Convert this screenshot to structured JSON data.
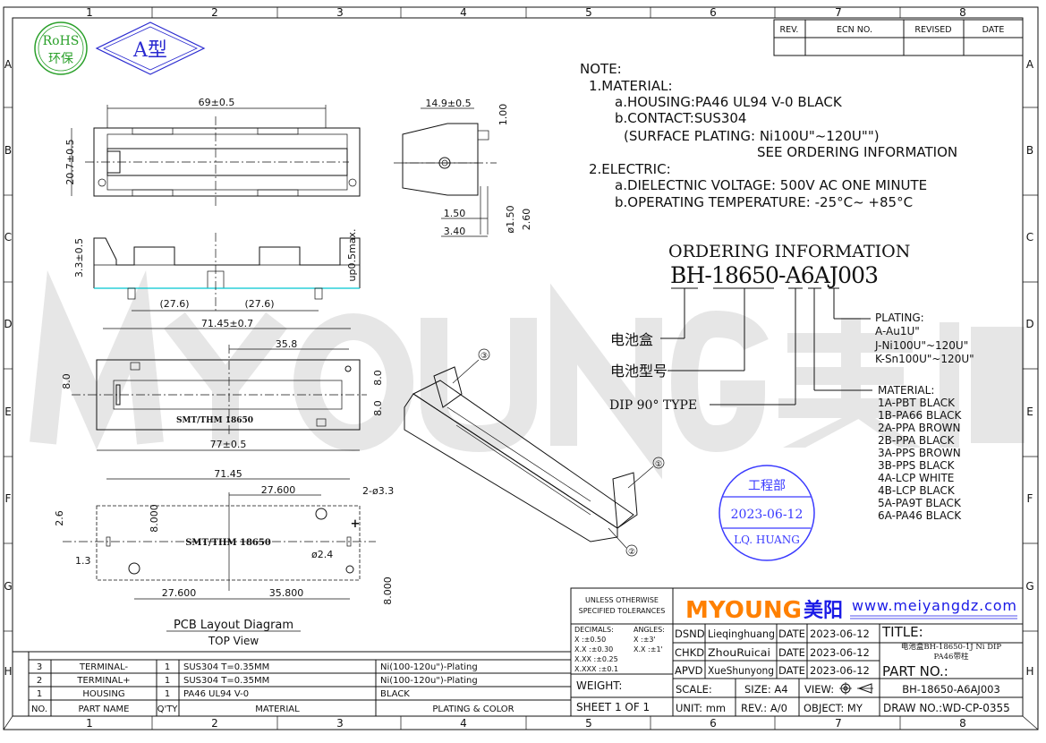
{
  "border": {
    "columns": [
      "1",
      "2",
      "3",
      "4",
      "5",
      "6",
      "7",
      "8"
    ],
    "rows": [
      "A",
      "B",
      "C",
      "D",
      "E",
      "F",
      "G",
      "H"
    ]
  },
  "logos": {
    "rohs": "RoHS",
    "rohs_cn": "环保",
    "type_badge": "A型"
  },
  "watermark": {
    "text": "MYOUNG 美阳"
  },
  "revision_table": {
    "headers": [
      "REV.",
      "ECN NO.",
      "REVISED",
      "DATE"
    ]
  },
  "notes": {
    "title": "NOTE:",
    "lines": [
      "1.MATERIAL:",
      "a.HOUSING:PA46   UL94  V-0  BLACK",
      "b.CONTACT:SUS304",
      "(SURFACE PLATING:  Ni100U\"~120U\"\")",
      "SEE  ORDERING  INFORMATION",
      "2.ELECTRIC:",
      "a.DIELECTNIC  VOLTAGE:  500V  AC  ONE  MINUTE",
      "b.OPERATING  TEMPERATURE:  -25°C~  +85°C"
    ]
  },
  "ordering": {
    "title": "ORDERING  INFORMATION",
    "part_code": "BH-18650-A6AJ003",
    "labels": {
      "box": "电池盒",
      "battery_model": "电池型号",
      "dip": "DIP 90° TYPE"
    },
    "plating": [
      "PLATING:",
      "A-Au1U\"",
      "J-Ni100U\"~120U\"",
      "K-Sn100U\"~120U\""
    ],
    "material": [
      "MATERIAL:",
      "1A-PBT  BLACK",
      "1B-PA66  BLACK",
      "2A-PPA  BROWN",
      "2B-PPA  BLACK",
      "3A-PPS  BROWN",
      "3B-PPS  BLACK",
      "4A-LCP  WHITE",
      "4B-LCP  BLACK",
      "5A-PA9T  BLACK",
      "6A-PA46  BLACK"
    ]
  },
  "stamp": {
    "dept": "工程部",
    "date": "2023-06-12",
    "name": "LQ. HUANG"
  },
  "dimensions": {
    "top_width": "69±0.5",
    "top_height": "20.7±0.5",
    "side_width": "14.9±0.5",
    "side_1": "1.00",
    "side_2": "1.50",
    "side_3": "3.40",
    "side_4": "ø1.50",
    "side_5": "2.60",
    "front_height": "3.3±0.5",
    "front_up": "up0.5max.",
    "front_half_l": "(27.6)",
    "front_half_r": "(27.6)",
    "front_pitch": "71.45±0.7",
    "bottom_35": "35.8",
    "bottom_8a": "8.0",
    "bottom_8b": "8.0",
    "bottom_8c": "8.0",
    "bottom_len": "77±0.5",
    "bottom_mark": "SMT/THM   18650",
    "pcb_7145": "71.45",
    "pcb_276a": "27.600",
    "pcb_holes": "2-ø3.3",
    "pcb_26": "2.6",
    "pcb_8a": "8.000",
    "pcb_13": "1.3",
    "pcb_24": "ø2.4",
    "pcb_276b": "27.600",
    "pcb_358": "35.800",
    "pcb_8b": "8.000",
    "pcb_mark": "SMT/THM   18650",
    "pcb_plus": "+"
  },
  "pcb_caption": {
    "title": "PCB  Layout  Diagram",
    "view": "TOP  View"
  },
  "balloons": [
    "①",
    "②",
    "③"
  ],
  "bom": {
    "rows": [
      {
        "no": "3",
        "name": "TERMINAL-",
        "qty": "1",
        "material": "SUS304  T=0.35MM",
        "plating": "Ni(100-120u\")-Plating"
      },
      {
        "no": "2",
        "name": "TERMINAL+",
        "qty": "1",
        "material": "SUS304  T=0.35MM",
        "plating": "Ni(100-120u\")-Plating"
      },
      {
        "no": "1",
        "name": "HOUSING",
        "qty": "1",
        "material": "PA46  UL94  V-0",
        "plating": "BLACK"
      }
    ],
    "headers": {
      "no": "NO.",
      "name": "PART NAME",
      "qty": "Q'TY",
      "material": "MATERIAL",
      "plating": "PLATING & COLOR"
    }
  },
  "title_block": {
    "tolerance_title": [
      "UNLESS  OTHERWISE",
      "SPECIFIED  TOLERANCES"
    ],
    "tolerances": [
      "DECIMALS:",
      "ANGLES:",
      "X       :±0.50",
      "X    :±3'",
      "X.X     :±0.30",
      "X.X :±1'",
      "X.XX   :±0.25",
      "X.XXX :±0.1"
    ],
    "weight": "WEIGHT:",
    "sheet": "SHEET  1  OF  1",
    "brand": "MYOUNG",
    "brand_cn": "美阳",
    "website": "www.meiyangdz.com",
    "rows": [
      {
        "role": "DSND",
        "name": "Lieqinghuang",
        "date_label": "DATE",
        "date": "2023-06-12"
      },
      {
        "role": "CHKD",
        "name": "ZhouRuicai",
        "date_label": "DATE",
        "date": "2023-06-12"
      },
      {
        "role": "APVD",
        "name": "XueShunyong",
        "date_label": "DATE",
        "date": "2023-06-12"
      }
    ],
    "title_label": "TITLE:",
    "title_line1": "电池盒BH-18650-1J Ni DIP",
    "title_line2": "PA46带柱",
    "part_no_label": "PART  NO.:",
    "part_no": "BH-18650-A6AJ003",
    "scale": "SCALE:",
    "size": "SIZE:  A4",
    "view": "VIEW:",
    "unit": "UNIT:  mm",
    "rev": "REV.:  A/0",
    "object": "OBJECT:  MY",
    "draw_no": "DRAW  NO.:WD-CP-0355"
  },
  "colors": {
    "brand_orange": "#ff8000",
    "brand_blue": "#1a1ae6",
    "stamp_blue": "#3a3aff",
    "rohs_green": "#2aa02a",
    "badge_blue": "#2a2ad0"
  }
}
